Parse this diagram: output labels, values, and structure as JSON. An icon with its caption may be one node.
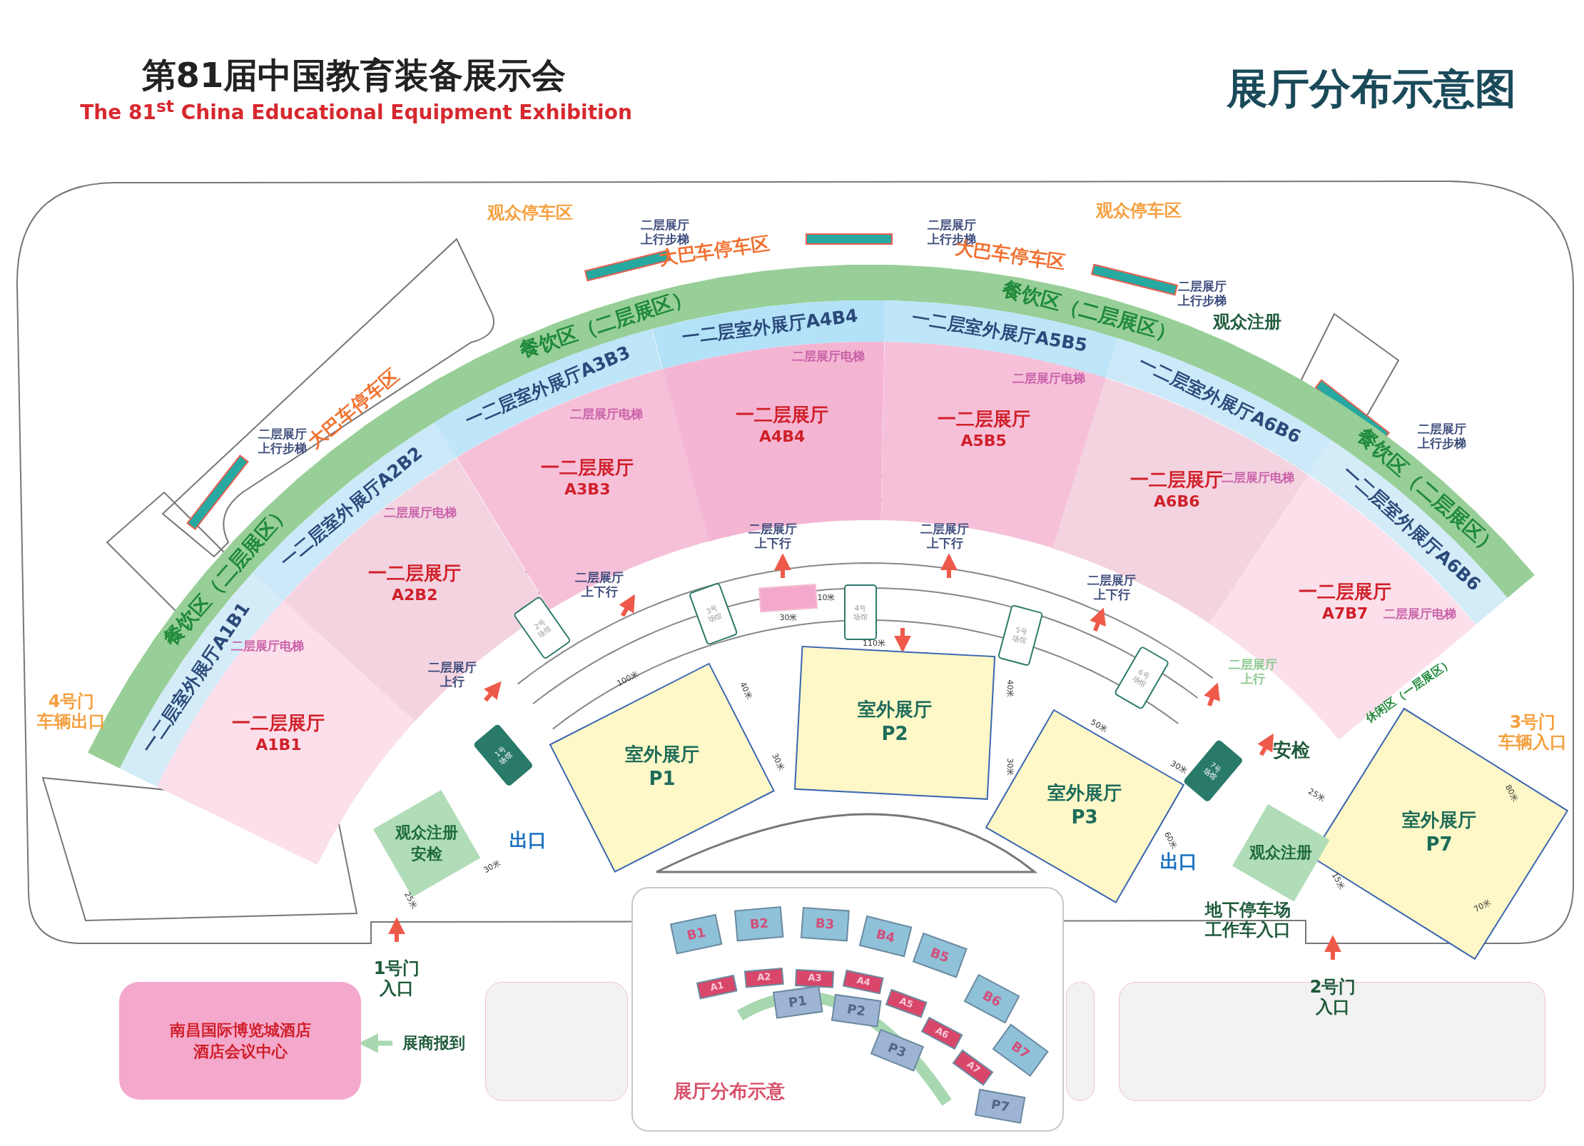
{
  "diagram": {
    "title": "展厅分布示意图",
    "nodes": [
      {
        "text": [
          "餐饮区（二层展区）",
          "餐饮区（二层展区）",
          "餐饮区（二层展区）",
          "餐饮区（二层展区）"
        ]
      },
      {
        "text": [
          "一二层室外展厅A1B1"
        ]
      },
      {
        "text": [
          "一二层室外展厅A2B2"
        ]
      },
      {
        "text": [
          "一二层室外展厅A3B3"
        ]
      },
      {
        "text": [
          "一二层室外展厅A4B4"
        ]
      },
      {
        "text": [
          "一二层室外展厅A5B5"
        ]
      },
      {
        "text": [
          "一二层室外展厅A6B6"
        ]
      },
      {
        "text": [
          "一二层室外展厅A6B6"
        ]
      },
      {
        "text": [
          "一二层展厅",
          "A1B1"
        ]
      },
      {
        "text": [
          "一二层展厅",
          "A2B2"
        ]
      },
      {
        "text": [
          "一二层展厅",
          "A3B3"
        ]
      },
      {
        "text": [
          "一二层展厅",
          "A4B4"
        ]
      },
      {
        "text": [
          "一二层展厅",
          "A5B5"
        ]
      },
      {
        "text": [
          "一二层展厅",
          "A6B6"
        ]
      },
      {
        "text": [
          "一二层展厅",
          "A7B7"
        ]
      },
      {
        "text": [
          "室外展厅",
          "P1"
        ]
      },
      {
        "text": [
          "室外展厅",
          "P2"
        ]
      },
      {
        "text": [
          "室外展厅",
          "P3"
        ]
      },
      {
        "text": [
          "室外展厅",
          "P7"
        ]
      },
      {
        "text": [
          "观众注册",
          "安检"
        ]
      },
      {
        "text": [
          "观众注册"
        ]
      },
      {
        "text": [
          "1号场馆"
        ]
      },
      {
        "text": [
          "2号场馆"
        ]
      },
      {
        "text": [
          "3号场馆"
        ]
      },
      {
        "text": [
          "4号场馆"
        ]
      },
      {
        "text": [
          "5号场馆"
        ]
      },
      {
        "text": [
          "6号场馆"
        ]
      },
      {
        "text": [
          "7号场馆"
        ]
      },
      {
        "text": [],
        "shape": "box"
      },
      {
        "text": [
          "展厅分布示意"
        ]
      },
      {
        "text": [
          "B1"
        ],
        "in": 29
      },
      {
        "text": [
          "B2"
        ],
        "in": 29
      },
      {
        "text": [
          "B3"
        ],
        "in": 29
      },
      {
        "text": [
          "B4"
        ],
        "in": 29
      },
      {
        "text": [
          "B5"
        ],
        "in": 29
      },
      {
        "text": [
          "B6"
        ],
        "in": 29
      },
      {
        "text": [
          "B7"
        ],
        "in": 29
      },
      {
        "text": [
          "A1"
        ],
        "in": 29
      },
      {
        "text": [
          "A2"
        ],
        "in": 29
      },
      {
        "text": [
          "A3"
        ],
        "in": 29
      },
      {
        "text": [
          "A4"
        ],
        "in": 29
      },
      {
        "text": [
          "A5"
        ],
        "in": 29
      },
      {
        "text": [
          "A6"
        ],
        "in": 29
      },
      {
        "text": [
          "A7"
        ],
        "in": 29
      },
      {
        "text": [
          "P1"
        ],
        "in": 29
      },
      {
        "text": [
          "P2"
        ],
        "in": 29
      },
      {
        "text": [
          "P3"
        ],
        "in": 29
      },
      {
        "text": [
          "P7"
        ],
        "in": 29
      },
      {
        "text": [
          "南昌国际博览城酒店",
          "酒店会议中心"
        ]
      },
      {
        "text": [
          "展商报到"
        ]
      },
      {
        "text": [],
        "shape": "box"
      },
      {
        "text": [],
        "shape": "box"
      },
      {
        "text": [],
        "shape": "box"
      }
    ],
    "edges": [
      {
        "from": 49,
        "to": 48,
        "arrow": "to"
      }
    ],
    "labels": [
      "第81届中国教育装备展示会",
      "The 81$^{st}$ China Educational Equipment Exhibition",
      "观众停车区",
      "观众停车区",
      "二层展厅上行步梯",
      "二层展厅上行步梯",
      "大巴车停车区",
      "大巴车停车区",
      "二层展厅上行步梯",
      "观众注册",
      "二层展厅电梯",
      "二层展厅电梯",
      "大巴车停车区",
      "二层展厅电梯",
      "二层展厅上行步梯",
      "二层展厅上行步梯",
      "二层展厅电梯",
      "二层展厅电梯",
      "二层展厅上下行",
      "二层展厅上下行",
      "二层展厅上下行",
      "二层展厅上下行",
      "10米",
      "30米",
      "二层展厅电梯",
      "110米",
      "二层展厅电梯",
      "二层展厅上行",
      "二层展厅上行",
      "休闲区（一层展区）",
      "100米",
      "40米",
      "40米",
      "4号门车辆出口",
      "3号门车辆入口",
      "50米",
      "安检",
      "30米",
      "30米",
      "30米",
      "25米",
      "80米",
      "出口",
      "30米",
      "25米",
      "60米",
      "出口",
      "地下停车场工作车入口",
      "15米",
      "70米",
      "1号门入口",
      "2号门入口"
    ]
  }
}
